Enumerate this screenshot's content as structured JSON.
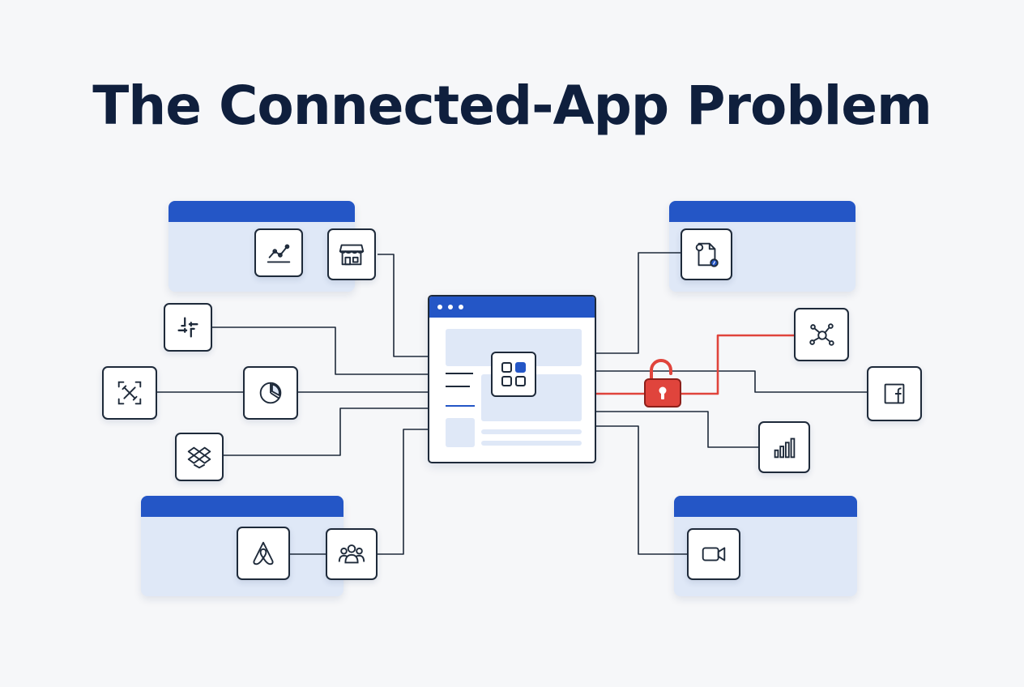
{
  "title": "The Connected-App Problem",
  "colors": {
    "accent": "#2456c6",
    "panel_fill": "#dfe8f7",
    "line": "#1e2a3a",
    "alert": "#e0443c",
    "title": "#0f1f3d"
  },
  "nodes": [
    {
      "icon": "line-chart-icon",
      "group": "top-left-panel"
    },
    {
      "icon": "storefront-icon",
      "group": "top-left-panel"
    },
    {
      "icon": "slack-icon",
      "group": "left"
    },
    {
      "icon": "scan-tools-icon",
      "group": "left"
    },
    {
      "icon": "pie-chart-icon",
      "group": "left"
    },
    {
      "icon": "dropbox-icon",
      "group": "left"
    },
    {
      "icon": "airbnb-icon",
      "group": "bottom-left-panel"
    },
    {
      "icon": "people-icon",
      "group": "bottom-left-panel"
    },
    {
      "icon": "document-icon",
      "group": "top-right-panel"
    },
    {
      "icon": "network-hub-icon",
      "group": "right"
    },
    {
      "icon": "facebook-icon",
      "group": "right"
    },
    {
      "icon": "bar-chart-icon",
      "group": "right"
    },
    {
      "icon": "video-camera-icon",
      "group": "bottom-right-panel"
    }
  ],
  "hub": {
    "icon": "app-grid-icon"
  },
  "alert": {
    "icon": "unlocked-padlock-icon"
  }
}
